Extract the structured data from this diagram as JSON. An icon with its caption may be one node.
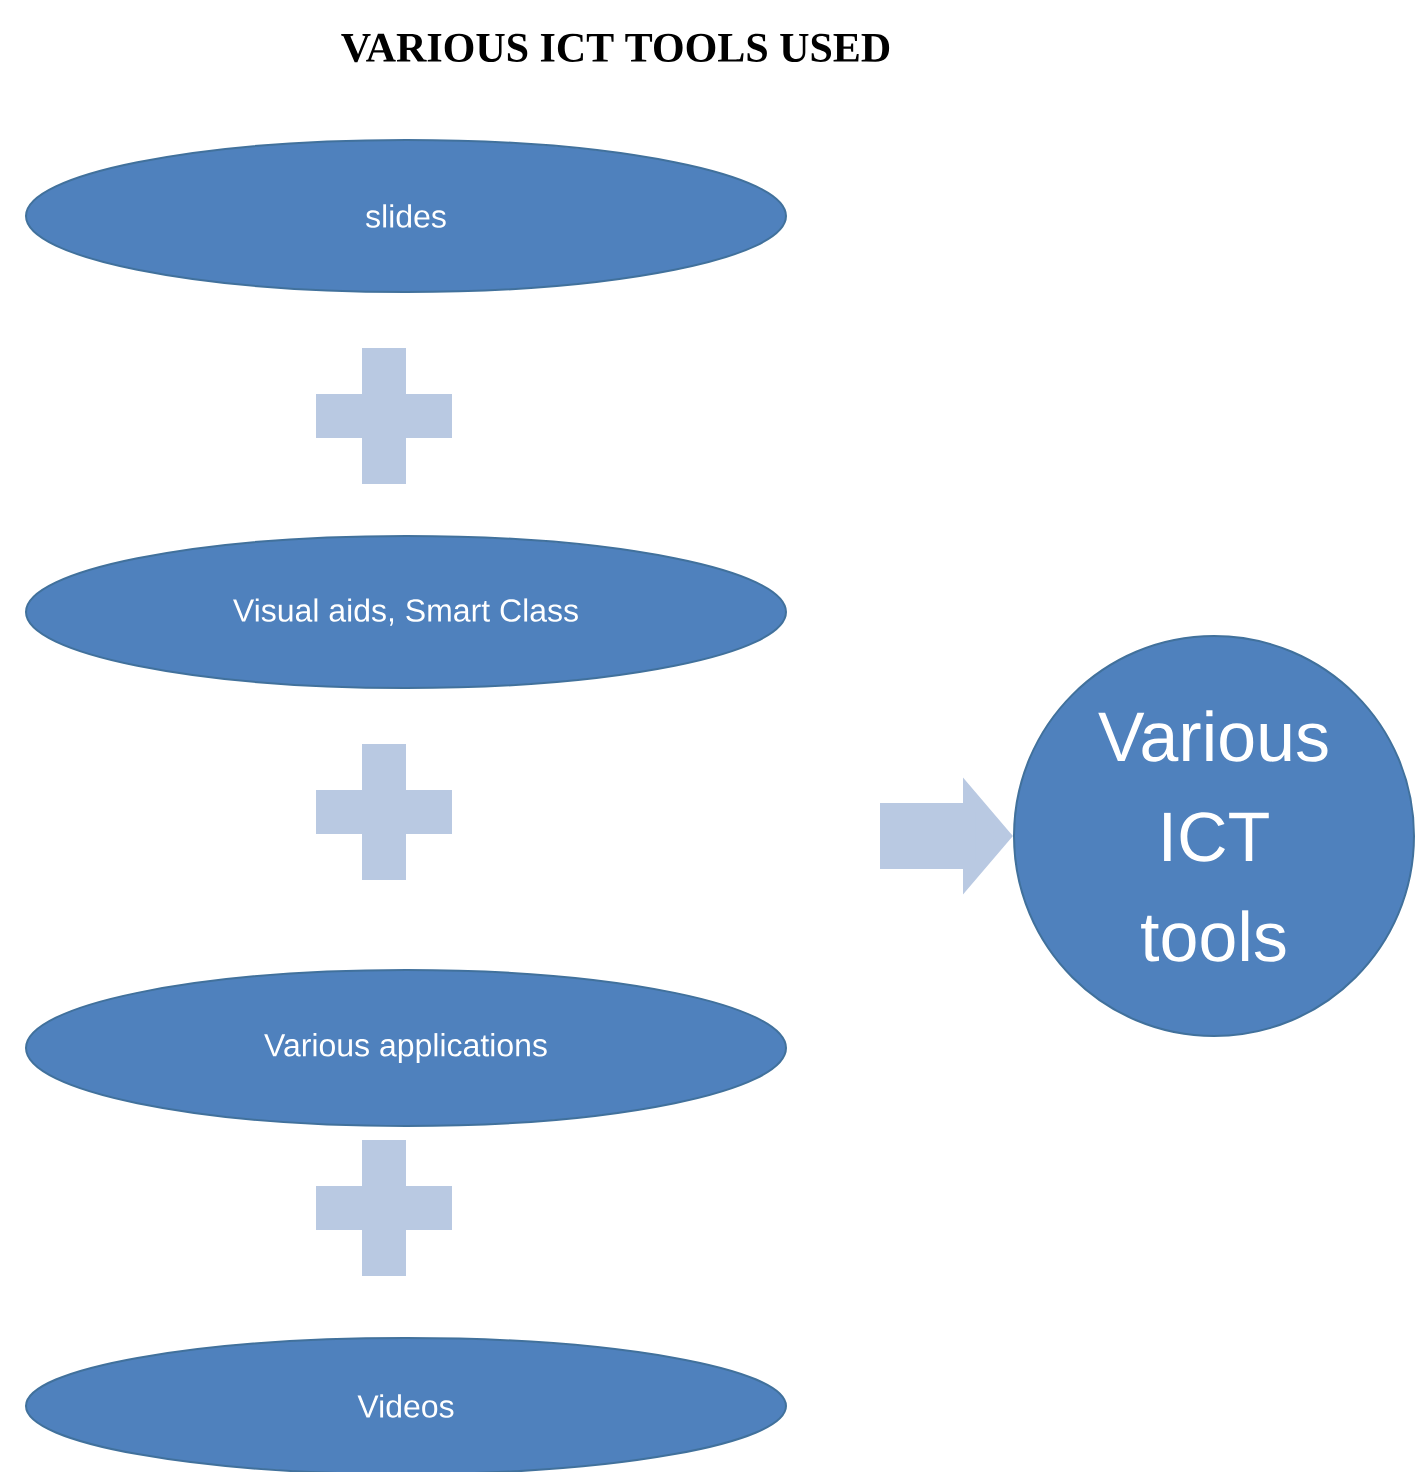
{
  "diagram": {
    "title": "VARIOUS ICT TOOLS USED",
    "nodes": [
      {
        "text": [
          "slides"
        ]
      },
      {
        "text": [
          "Visual aids, Smart Class"
        ]
      },
      {
        "text": [
          "Various applications"
        ]
      },
      {
        "text": [
          "Videos"
        ]
      },
      {
        "text": [
          "Various ICT tools"
        ]
      }
    ],
    "edges": [
      {
        "from": null,
        "to": 4,
        "arrow": "to"
      }
    ]
  }
}
